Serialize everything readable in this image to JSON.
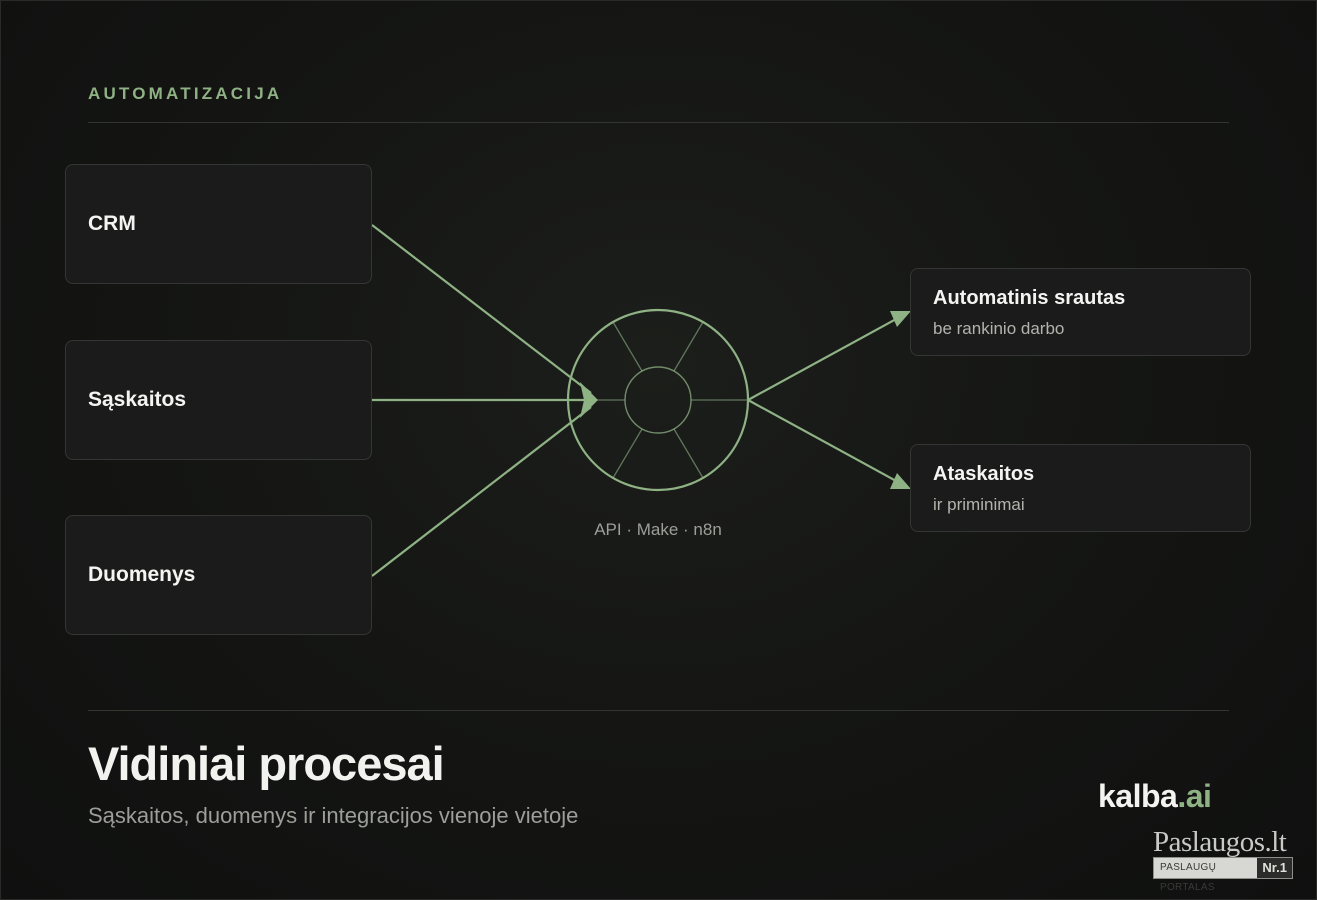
{
  "section_label": "AUTOMATIZACIJA",
  "sources": [
    {
      "label": "CRM"
    },
    {
      "label": "Sąskaitos"
    },
    {
      "label": "Duomenys"
    }
  ],
  "hub": {
    "caption": "API · Make · n8n",
    "icon": "hub-wheel-icon"
  },
  "outputs": [
    {
      "title": "Automatinis srautas",
      "subtitle": "be rankinio darbo"
    },
    {
      "title": "Ataskaitos",
      "subtitle": "ir priminimai"
    }
  ],
  "title": "Vidiniai procesai",
  "subtitle": "Sąskaitos, duomenys ir integracijos vienoje vietoje",
  "brand": {
    "name": "kalba",
    "domain_suffix": ".ai"
  },
  "partner": {
    "name": "Paslaugos.lt",
    "tag": "PASLAUGŲ PORTALAS",
    "badge": "Nr.1"
  },
  "colors": {
    "accent": "#8fb285",
    "background": "#141513",
    "box_fill": "#1b1b1b",
    "box_border": "#353633"
  }
}
